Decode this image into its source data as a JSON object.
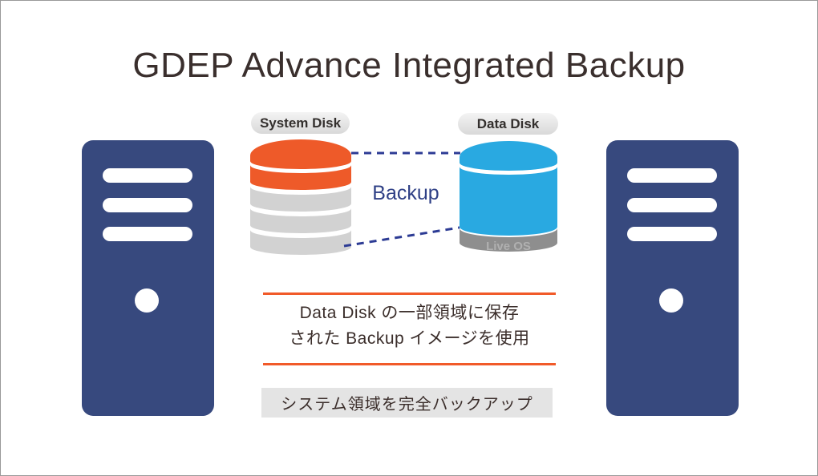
{
  "title": "GDEP Advance Integrated Backup",
  "colors": {
    "orange_accent": "#ee5a29",
    "disk_gray": "#d2d2d2",
    "data_blue": "#29a9e1",
    "server_navy": "#37497e",
    "connector_navy": "#2c3b94",
    "backup_text_navy": "#2f4086",
    "caption_bg": "#e4e4e4"
  },
  "diagram": {
    "system_disk": {
      "label": "System Disk"
    },
    "data_disk": {
      "label": "Data Disk",
      "live_os_label": "Live OS"
    },
    "backup_label": "Backup",
    "note": {
      "line1": "Data Disk の一部領域に保存",
      "line2": "された Backup イメージを使用"
    },
    "caption": "システム領域を完全バックアップ"
  }
}
